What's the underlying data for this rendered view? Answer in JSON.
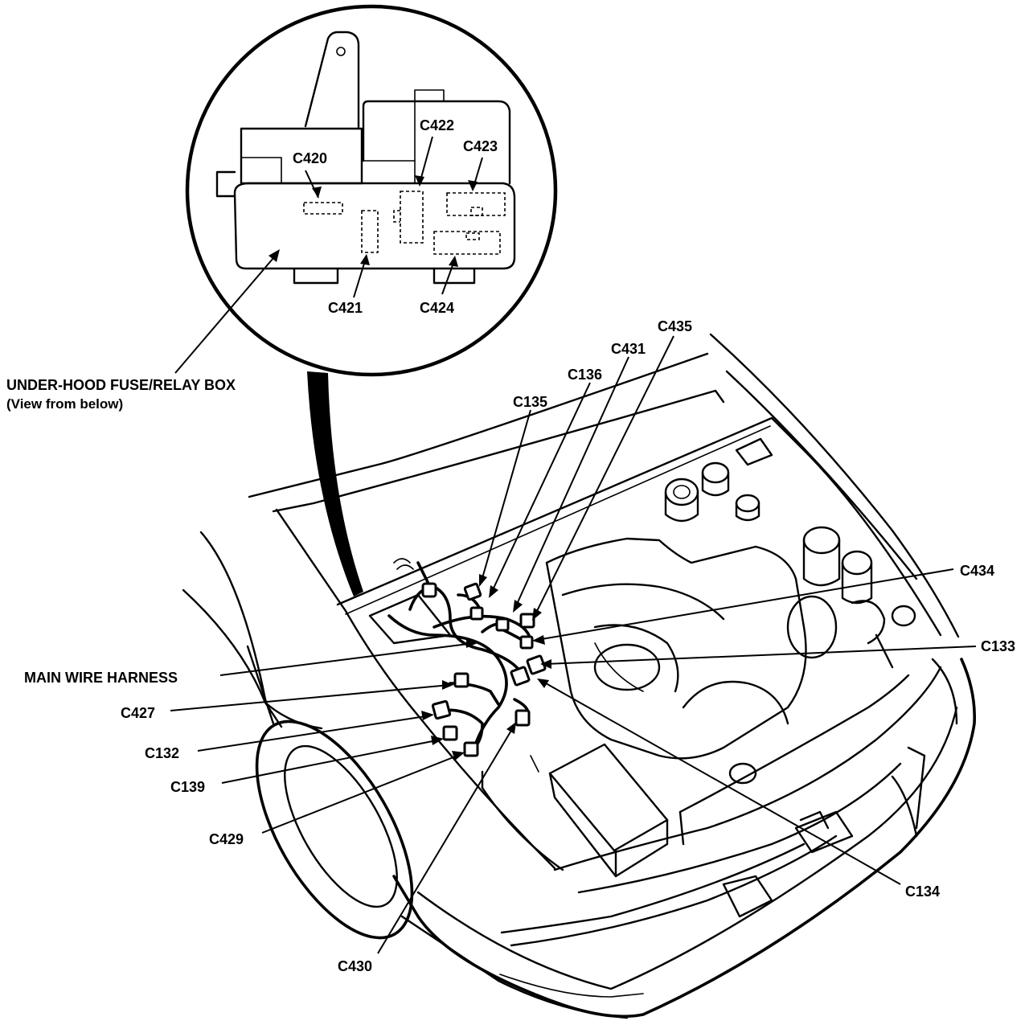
{
  "diagram": {
    "fuse_box_title": "UNDER-HOOD FUSE/RELAY BOX",
    "fuse_box_subtitle": "(View from below)",
    "harness_label": "MAIN WIRE HARNESS",
    "inset_connectors": {
      "c420": "C420",
      "c421": "C421",
      "c422": "C422",
      "c423": "C423",
      "c424": "C424"
    },
    "engine_connectors": {
      "c435": "C435",
      "c431": "C431",
      "c136": "C136",
      "c135": "C135",
      "c434": "C434",
      "c133": "C133",
      "c427": "C427",
      "c132": "C132",
      "c139": "C139",
      "c429": "C429",
      "c430": "C430",
      "c134": "C134"
    }
  }
}
